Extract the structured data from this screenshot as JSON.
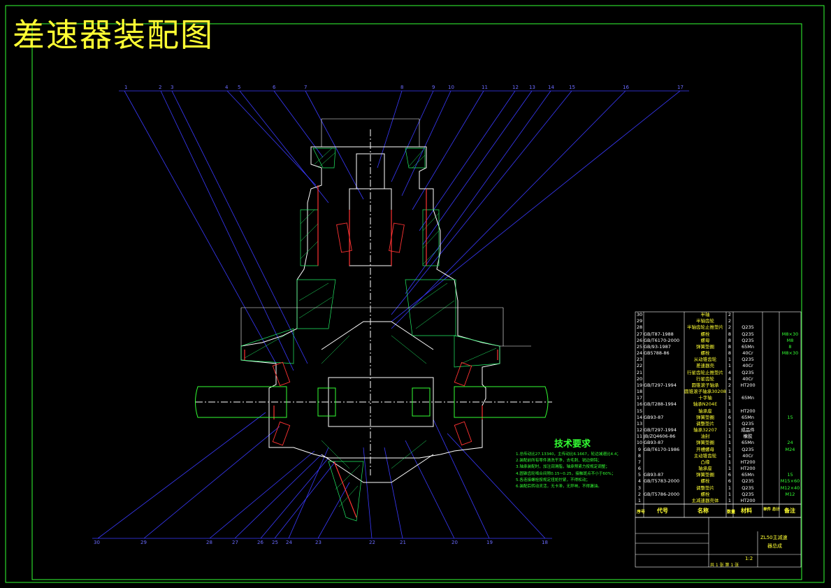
{
  "title": "差速器装配图",
  "colors": {
    "background": "#000000",
    "frame": "#33ff33",
    "leader": "#3a3aff",
    "outline": "#ffffff",
    "section": "#ff3333",
    "hatch": "#22ee66",
    "title_text": "#ffff33",
    "dimension": "#ffffff"
  },
  "callouts_top": [
    "1",
    "2",
    "3",
    "4",
    "5",
    "6",
    "7",
    "8",
    "9",
    "10",
    "11",
    "12",
    "13",
    "14",
    "15",
    "16",
    "17"
  ],
  "callouts_bottom": [
    "30",
    "29",
    "28",
    "27",
    "26",
    "25",
    "24",
    "23",
    "22",
    "21",
    "20",
    "19",
    "18"
  ],
  "technical_requirements": {
    "title": "技术要求",
    "lines": [
      "1.总传动比27.13340，主传动比6.1667，轮边减速比4.4；",
      "2.装配前所有零件清洗干净，去毛刺、锐边倒钝；",
      "3.轴承装配时，加注润滑脂，轴承预紧力按规定调整；",
      "4.圆锥齿轮啮合间隙0.15~0.25，接触斑点不小于60%；",
      "5.各连接螺栓按规定扭矩拧紧，不得松动；",
      "6.装配后转动灵活，无卡滞，无异响，不得漏油。"
    ]
  },
  "bom": {
    "headers": {
      "no": "序号",
      "code": "代号",
      "name": "名称",
      "qty": "数量",
      "material": "材料",
      "weight": "单件 总计",
      "note": "备注"
    },
    "rows": [
      {
        "no": "30",
        "code": "",
        "name": "半轴",
        "qty": "2",
        "material": "",
        "weight": "",
        "note": ""
      },
      {
        "no": "29",
        "code": "",
        "name": "半轴齿轮",
        "qty": "2",
        "material": "",
        "weight": "",
        "note": ""
      },
      {
        "no": "28",
        "code": "",
        "name": "半轴齿轮止推垫片",
        "qty": "2",
        "material": "Q235",
        "weight": "",
        "note": ""
      },
      {
        "no": "27",
        "code": "GB/T87-1988",
        "name": "螺栓",
        "qty": "8",
        "material": "Q235",
        "weight": "",
        "note": "M8×30"
      },
      {
        "no": "26",
        "code": "GB/T6170-2000",
        "name": "螺母",
        "qty": "8",
        "material": "Q235",
        "weight": "",
        "note": "M8"
      },
      {
        "no": "25",
        "code": "GB/93-1987",
        "name": "弹簧垫圈",
        "qty": "8",
        "material": "65Mn",
        "weight": "",
        "note": "8"
      },
      {
        "no": "24",
        "code": "GB5788-86",
        "name": "螺栓",
        "qty": "8",
        "material": "40Cr",
        "weight": "",
        "note": "M8×30"
      },
      {
        "no": "23",
        "code": "",
        "name": "从动锥齿轮",
        "qty": "1",
        "material": "Q235",
        "weight": "",
        "note": ""
      },
      {
        "no": "22",
        "code": "",
        "name": "差速器壳",
        "qty": "1",
        "material": "40Cr",
        "weight": "",
        "note": ""
      },
      {
        "no": "21",
        "code": "",
        "name": "行星齿轮止推垫片",
        "qty": "4",
        "material": "Q235",
        "weight": "",
        "note": ""
      },
      {
        "no": "20",
        "code": "",
        "name": "行星齿轮",
        "qty": "4",
        "material": "40Cr",
        "weight": "",
        "note": ""
      },
      {
        "no": "19",
        "code": "GB/T297-1994",
        "name": "圆锥滚子轴承",
        "qty": "2",
        "material": "HT200",
        "weight": "",
        "note": ""
      },
      {
        "no": "18",
        "code": "",
        "name": "圆锥滚子轴承30208",
        "qty": "1",
        "material": "",
        "weight": "",
        "note": ""
      },
      {
        "no": "17",
        "code": "",
        "name": "十字轴",
        "qty": "1",
        "material": "65Mn",
        "weight": "",
        "note": ""
      },
      {
        "no": "16",
        "code": "GB/T288-1994",
        "name": "轴承N204E",
        "qty": "1",
        "material": "",
        "weight": "",
        "note": ""
      },
      {
        "no": "15",
        "code": "",
        "name": "轴承座",
        "qty": "1",
        "material": "HT200",
        "weight": "",
        "note": ""
      },
      {
        "no": "14",
        "code": "GB93-87",
        "name": "弹簧垫圈",
        "qty": "6",
        "material": "65Mn",
        "weight": "",
        "note": "15"
      },
      {
        "no": "13",
        "code": "",
        "name": "调整垫片",
        "qty": "1",
        "material": "Q235",
        "weight": "",
        "note": ""
      },
      {
        "no": "12",
        "code": "GB/T297-1994",
        "name": "轴承32207",
        "qty": "1",
        "material": "成品件",
        "weight": "",
        "note": ""
      },
      {
        "no": "11",
        "code": "JB/ZQ4606-86",
        "name": "油封",
        "qty": "1",
        "material": "橡胶",
        "weight": "",
        "note": ""
      },
      {
        "no": "10",
        "code": "GB93-87",
        "name": "弹簧垫圈",
        "qty": "1",
        "material": "65Mn",
        "weight": "",
        "note": "24"
      },
      {
        "no": "9",
        "code": "GB/T6170-1986",
        "name": "开槽螺母",
        "qty": "1",
        "material": "Q235",
        "weight": "",
        "note": "M24"
      },
      {
        "no": "8",
        "code": "",
        "name": "主动锥齿轮",
        "qty": "1",
        "material": "40Cr",
        "weight": "",
        "note": ""
      },
      {
        "no": "7",
        "code": "",
        "name": "凸缘",
        "qty": "1",
        "material": "HT200",
        "weight": "",
        "note": ""
      },
      {
        "no": "6",
        "code": "",
        "name": "轴承座",
        "qty": "1",
        "material": "HT200",
        "weight": "",
        "note": ""
      },
      {
        "no": "5",
        "code": "GB93-87",
        "name": "弹簧垫圈",
        "qty": "6",
        "material": "65Mn",
        "weight": "",
        "note": "15"
      },
      {
        "no": "4",
        "code": "GB/T5783-2000",
        "name": "螺栓",
        "qty": "6",
        "material": "Q235",
        "weight": "",
        "note": "M15×60"
      },
      {
        "no": "3",
        "code": "",
        "name": "调整垫片",
        "qty": "1",
        "material": "Q235",
        "weight": "",
        "note": "M12×40"
      },
      {
        "no": "2",
        "code": "GB/T5786-2000",
        "name": "螺栓",
        "qty": "1",
        "material": "Q235",
        "weight": "",
        "note": "M12"
      },
      {
        "no": "1",
        "code": "",
        "name": "主减速器壳体",
        "qty": "1",
        "material": "HT200",
        "weight": "",
        "note": ""
      }
    ]
  },
  "title_block": {
    "drawing_name_1": "ZL50主减速",
    "drawing_name_2": "器总成",
    "scale": "1:2",
    "sheet": "共 1 张 第 1 张"
  }
}
